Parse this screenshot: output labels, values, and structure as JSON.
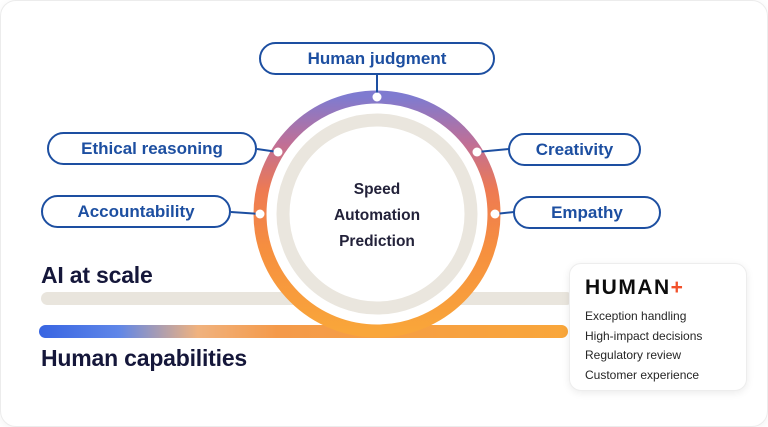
{
  "loop": {
    "center_lines": [
      "Speed",
      "Automation",
      "Prediction"
    ]
  },
  "pills": {
    "human_judgment": {
      "label": "Human judgment"
    },
    "ethical_reasoning": {
      "label": "Ethical reasoning"
    },
    "accountability": {
      "label": "Accountability"
    },
    "creativity": {
      "label": "Creativity"
    },
    "empathy": {
      "label": "Empathy"
    }
  },
  "axes": {
    "ai_at_scale": "AI at scale",
    "human_capabilities": "Human capabilities"
  },
  "human_plus": {
    "brand": "HUMAN",
    "plus": "+",
    "items": [
      "Exception handling",
      "High-impact decisions",
      "Regulatory review",
      "Customer experience"
    ]
  },
  "colors": {
    "pill_blue": "#1d4fa1",
    "heading_navy": "#15173a",
    "plus_orange": "#f2512b",
    "bar_gray": "#e9e5dd",
    "bar_blue": "#3865e2",
    "bar_orange": "#f9a63a"
  }
}
